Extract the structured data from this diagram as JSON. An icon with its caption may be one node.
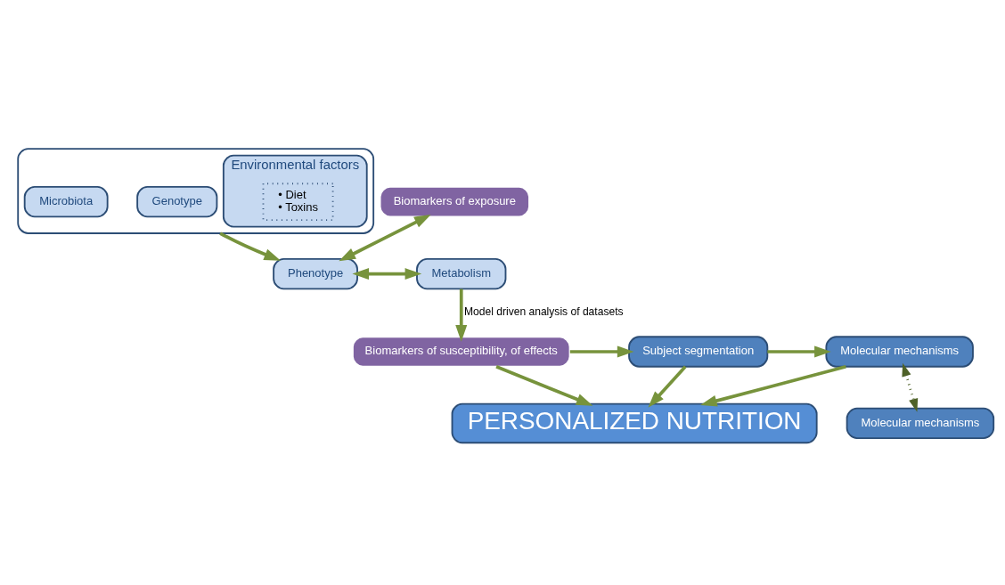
{
  "diagram": {
    "nodes": [
      {
        "text": [],
        "shape": "box"
      },
      {
        "text": [
          "Genotype"
        ],
        "in": 0
      },
      {
        "text": [
          "Environmental factors"
        ],
        "in": 0
      },
      {
        "text": [
          "• Diet",
          "• Toxins"
        ],
        "in": 2
      },
      {
        "text": [
          "Microbiota"
        ],
        "in": 0
      },
      {
        "text": [
          "Biomarkers of exposure"
        ]
      },
      {
        "text": [
          "Phenotype"
        ]
      },
      {
        "text": [
          "Metabolism"
        ]
      },
      {
        "text": [
          "Molecular mechanisms"
        ]
      },
      {
        "text": [
          "Biomarkers of susceptibility, of effects"
        ]
      },
      {
        "text": [
          "Subject segmentation"
        ]
      },
      {
        "text": [
          "Molecular mechanisms"
        ]
      },
      {
        "text": [
          "PERSONALIZED NUTRITION"
        ]
      }
    ],
    "edges": [
      {
        "from": 0,
        "to": 6,
        "arrow": "to"
      },
      {
        "from": 5,
        "to": 6,
        "arrow": "both"
      },
      {
        "from": 6,
        "to": 7,
        "arrow": "both"
      },
      {
        "from": 7,
        "to": 9,
        "arrow": "to",
        "label": "Model driven analysis of datasets"
      },
      {
        "from": 9,
        "to": 10,
        "arrow": "to"
      },
      {
        "from": 10,
        "to": 11,
        "arrow": "to"
      },
      {
        "from": 11,
        "to": 8,
        "arrow": "both",
        "style": "dashed",
        "color": "#4f6228"
      },
      {
        "from": 11,
        "to": 12,
        "arrow": "to"
      },
      {
        "from": 10,
        "to": 12,
        "arrow": "to"
      },
      {
        "from": 9,
        "to": 12,
        "arrow": "to"
      }
    ]
  }
}
